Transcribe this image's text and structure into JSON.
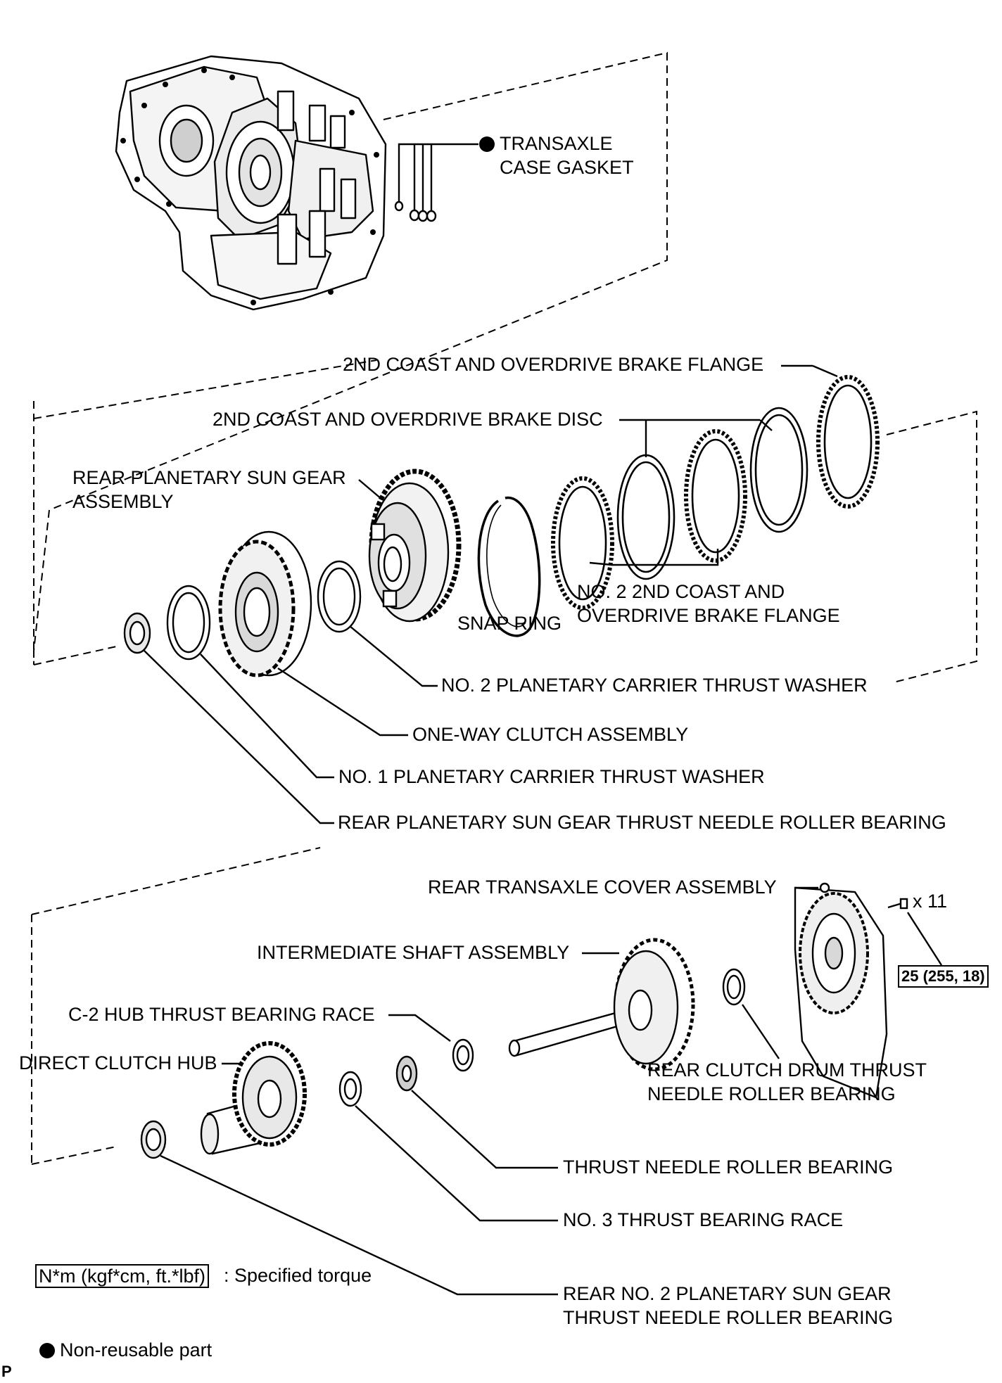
{
  "labels": {
    "transaxle_case_gasket": [
      "TRANSAXLE",
      "CASE GASKET"
    ],
    "brake_flange": "2ND COAST AND OVERDRIVE BRAKE FLANGE",
    "brake_disc": "2ND COAST AND OVERDRIVE BRAKE DISC",
    "rear_planetary_sun_gear": [
      "REAR PLANETARY SUN GEAR",
      "ASSEMBLY"
    ],
    "snap_ring": "SNAP RING",
    "no2_brake_flange": [
      "NO. 2 2ND COAST AND",
      "OVERDRIVE BRAKE FLANGE"
    ],
    "no2_planetary_carrier_washer": "NO. 2 PLANETARY CARRIER THRUST WASHER",
    "one_way_clutch": "ONE-WAY CLUTCH ASSEMBLY",
    "no1_planetary_carrier_washer": "NO. 1 PLANETARY CARRIER THRUST WASHER",
    "rear_planetary_sun_gear_bearing": "REAR PLANETARY SUN GEAR THRUST NEEDLE ROLLER BEARING",
    "rear_transaxle_cover": "REAR TRANSAXLE COVER ASSEMBLY",
    "bolt_count": "x 11",
    "torque_value": "25 (255, 18)",
    "intermediate_shaft": "INTERMEDIATE SHAFT ASSEMBLY",
    "c2_hub_race": "C-2 HUB THRUST BEARING RACE",
    "direct_clutch_hub": "DIRECT CLUTCH HUB",
    "rear_clutch_drum_bearing": [
      "REAR CLUTCH DRUM THRUST",
      "NEEDLE ROLLER BEARING"
    ],
    "thrust_needle_bearing": "THRUST NEEDLE ROLLER BEARING",
    "no3_race": "NO. 3 THRUST BEARING RACE",
    "rear_no2_sun_gear_bearing": [
      "REAR NO. 2 PLANETARY SUN GEAR",
      "THRUST NEEDLE ROLLER BEARING"
    ]
  },
  "legend": {
    "torque_unit": "N*m (kgf*cm, ft.*lbf)",
    "torque_text": ": Specified torque",
    "non_reusable": "Non-reusable part"
  },
  "corner_code": "P"
}
